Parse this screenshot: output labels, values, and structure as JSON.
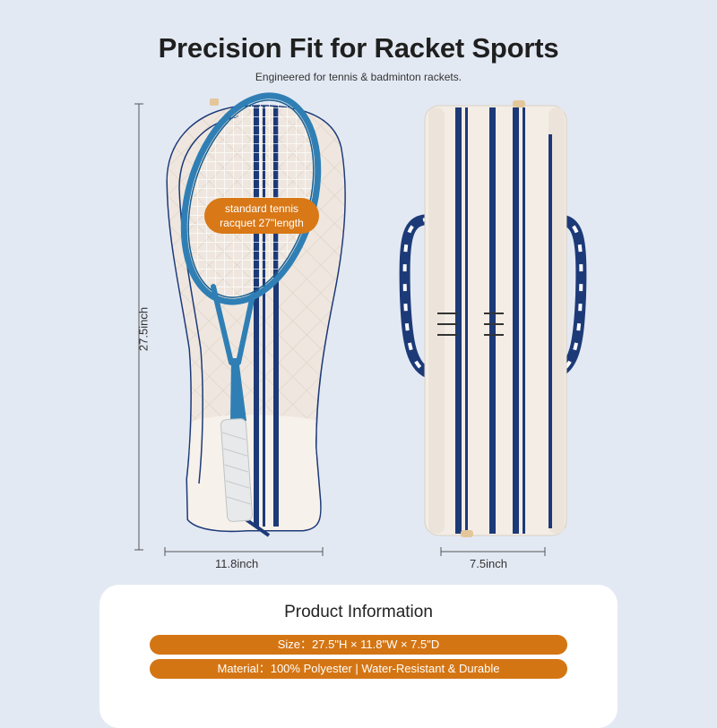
{
  "header": {
    "title": "Precision Fit for Racket Sports",
    "subtitle": "Engineered for tennis & badminton rackets."
  },
  "callout": {
    "line1": "standard tennis",
    "line2": "racquet 27\"length"
  },
  "dimensions": {
    "height_label": "27.5inch",
    "front_width_label": "11.8inch",
    "side_width_label": "7.5inch"
  },
  "product_info": {
    "title": "Product Information",
    "size_line": "Size：27.5\"H × 11.8\"W × 7.5\"D",
    "material_line": "Material：100% Polyester | Water-Resistant & Durable"
  },
  "colors": {
    "background": "#e3e9f3",
    "bag_body": "#f3ede6",
    "navy_trim": "#1d3a78",
    "racket_frame": "#2f7fb5",
    "accent_orange": "#d97816"
  }
}
